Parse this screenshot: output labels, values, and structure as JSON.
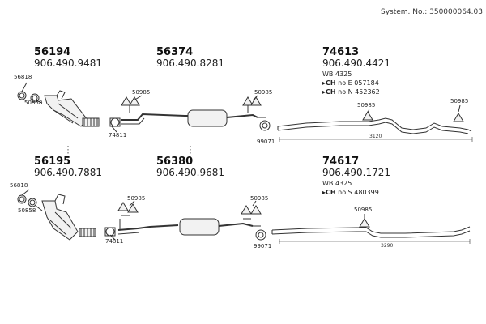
{
  "header": {
    "system_no": "System. No.: 350000064.03"
  },
  "groups": [
    {
      "number": "56194",
      "oem": "906.490.9481"
    },
    {
      "number": "56374",
      "oem": "906.490.8281"
    },
    {
      "number": "74613",
      "oem": "906.490.4421",
      "wb": "WB 4325",
      "ch1_label": "CH",
      "ch1_no": "no E 057184",
      "ch2_label": "CH",
      "ch2_no": "no N 452362"
    },
    {
      "number": "56195",
      "oem": "906.490.7881"
    },
    {
      "number": "56380",
      "oem": "906.490.9681"
    },
    {
      "number": "74617",
      "oem": "906.490.1721",
      "wb": "WB 4325",
      "ch1_label": "CH",
      "ch1_no": "no S 480399"
    }
  ],
  "labels": {
    "a56818": "56818",
    "a50858": "50858",
    "a74811": "74811",
    "a50985a": "50985",
    "a50985b": "50985",
    "a50985c": "50985",
    "a50985d": "50985",
    "a99071": "99071",
    "b56818": "56818",
    "b50858": "50858",
    "b74811": "74811",
    "b50985a": "50985",
    "b50985b": "50985",
    "b50985c": "50985",
    "b99071": "99071"
  },
  "measures": {
    "top": "3120",
    "bottom": "3290"
  },
  "colors": {
    "line": "#333333",
    "part_fill": "#f2f2f2",
    "dark": "#555555"
  }
}
